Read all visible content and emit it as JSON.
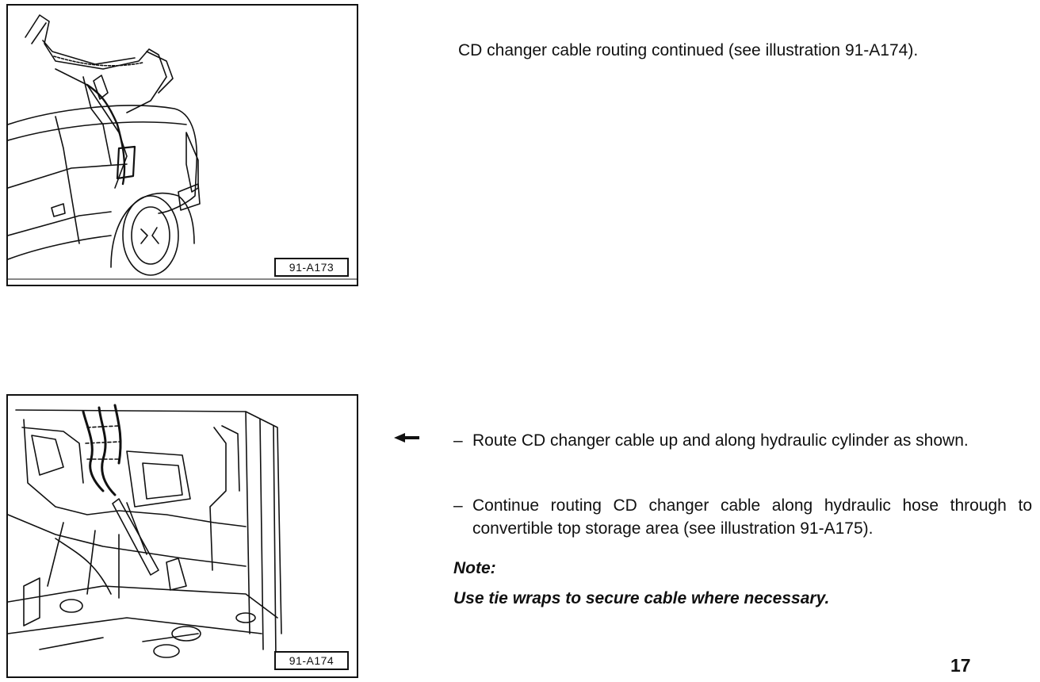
{
  "figures": {
    "top": {
      "label": "91-A173"
    },
    "bottom": {
      "label": "91-A174"
    }
  },
  "caption": "CD changer cable routing continued  (see illustration 91-A174).",
  "pointer_icon": "left-arrow-icon",
  "steps": [
    {
      "dash": "–",
      "text": "Route CD changer cable up and along hydraulic cylinder as shown."
    },
    {
      "dash": "–",
      "text": "Continue routing CD changer cable along hydraulic hose through to convertible top storage area (see illustration 91-A175)."
    }
  ],
  "note": {
    "heading": "Note:",
    "body": "Use tie wraps to secure cable where necessary."
  },
  "page_number": "17"
}
